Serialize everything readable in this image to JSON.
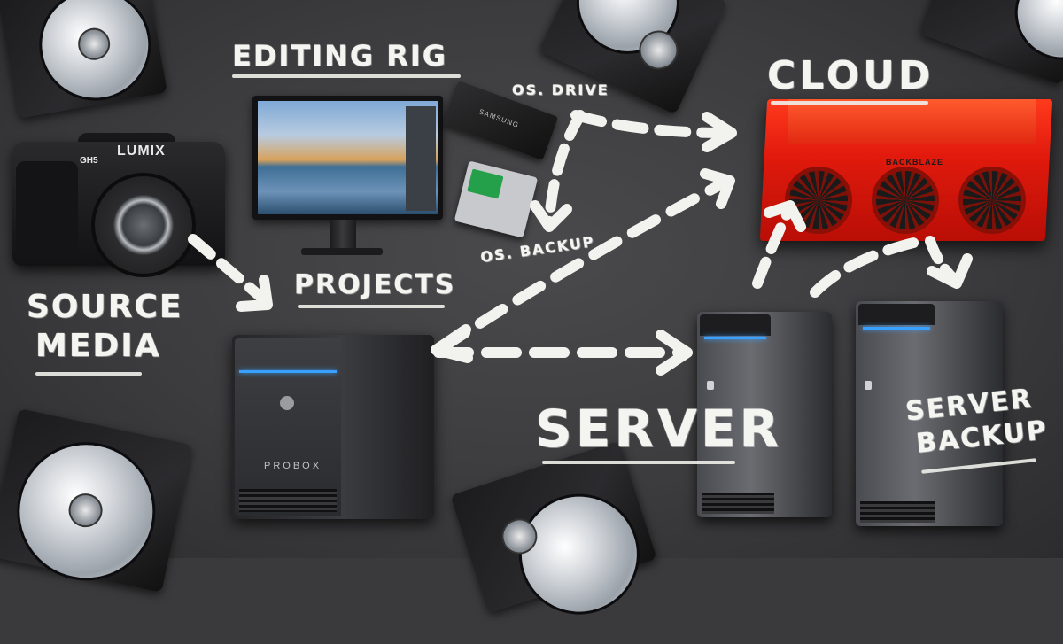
{
  "labels": {
    "editing_rig": "Editing Rig",
    "cloud": "Cloud",
    "os_drive": "OS. Drive",
    "os_backup": "OS. Backup",
    "projects": "Projects",
    "source_media_line1": "Source",
    "source_media_line2": "Media",
    "server": "Server",
    "server_backup_line1": "Server",
    "server_backup_line2": "Backup"
  },
  "devices": {
    "camera_brand": "LUMIX",
    "camera_model": "GH5",
    "ssd_brand": "SAMSUNG",
    "probox_brand": "PROBOX",
    "pod_brand": "BACKBLAZE"
  },
  "colors": {
    "chalkboard": "#3a3a3c",
    "chalk": "#f4f4f0",
    "pod_red": "#e11a0d",
    "status_blue": "#3aa0ff"
  },
  "icons": [
    "hard-drive-icon",
    "camera-icon",
    "monitor-icon",
    "ssd-icon",
    "nas-enclosure-icon",
    "server-tower-icon",
    "storage-pod-icon",
    "dashed-arrow-icon"
  ]
}
